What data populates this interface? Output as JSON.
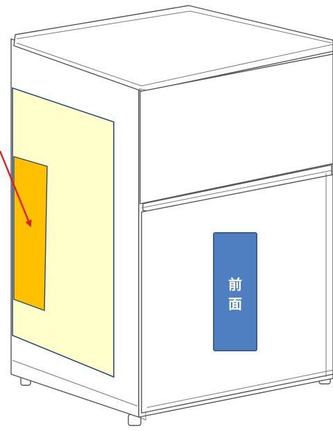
{
  "front_label": {
    "line1": "前",
    "line2": "面"
  },
  "colors": {
    "side_panel": "#ffffcc",
    "side_panel_border": "#2e4a75",
    "inner_panel": "#ffc000",
    "inner_panel_border": "#2e4a75",
    "front_label_bg": "#4f7fc0",
    "front_label_border": "#3a5f94",
    "arrow": "#e02020"
  },
  "icons": {
    "arrow": "red-pointer-arrow"
  }
}
